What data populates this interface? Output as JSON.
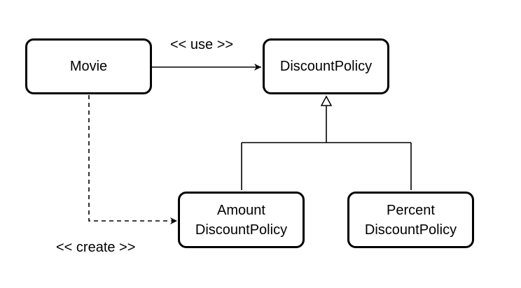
{
  "nodes": {
    "movie": {
      "label": "Movie"
    },
    "discount_policy": {
      "label": "DiscountPolicy"
    },
    "amount_discount_policy": {
      "line1": "Amount",
      "line2": "DiscountPolicy"
    },
    "percent_discount_policy": {
      "line1": "Percent",
      "line2": "DiscountPolicy"
    }
  },
  "edge_labels": {
    "use": "<< use >>",
    "create": "<< create >>"
  },
  "colors": {
    "stroke": "#000000",
    "background": "#ffffff"
  }
}
